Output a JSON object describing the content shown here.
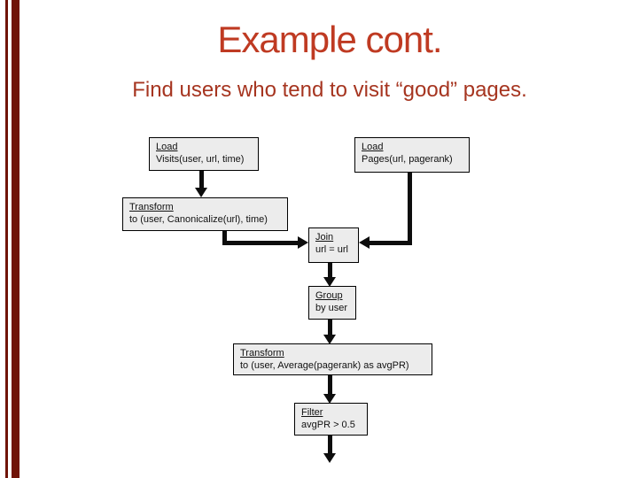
{
  "slide": {
    "title": "Example cont.",
    "subtitle": "Find users who tend to visit “good” pages.",
    "colors": {
      "accent_stripe": "#701408",
      "title_text": "#bf3a22",
      "subtitle_text": "#a63520",
      "node_fill": "#ececec",
      "node_border": "#000000",
      "arrow": "#0d0d0d"
    }
  },
  "diagram": {
    "nodes": [
      {
        "id": "load-visits",
        "title": "Load",
        "detail": "Visits(user, url, time)"
      },
      {
        "id": "load-pages",
        "title": "Load",
        "detail": "Pages(url, pagerank)"
      },
      {
        "id": "transform-canonicalize",
        "title": "Transform",
        "detail": "to (user, Canonicalize(url), time)"
      },
      {
        "id": "join",
        "title": "Join",
        "detail": "url = url"
      },
      {
        "id": "group",
        "title": "Group",
        "detail": "by user"
      },
      {
        "id": "transform-average",
        "title": "Transform",
        "detail": "to (user, Average(pagerank) as avgPR)"
      },
      {
        "id": "filter",
        "title": "Filter",
        "detail": "avgPR > 0.5"
      }
    ],
    "edges": [
      {
        "from": "load-visits",
        "to": "transform-canonicalize"
      },
      {
        "from": "load-pages",
        "to": "join"
      },
      {
        "from": "transform-canonicalize",
        "to": "join"
      },
      {
        "from": "join",
        "to": "group"
      },
      {
        "from": "group",
        "to": "transform-average"
      },
      {
        "from": "transform-average",
        "to": "filter"
      },
      {
        "from": "filter",
        "to": "output"
      }
    ]
  }
}
